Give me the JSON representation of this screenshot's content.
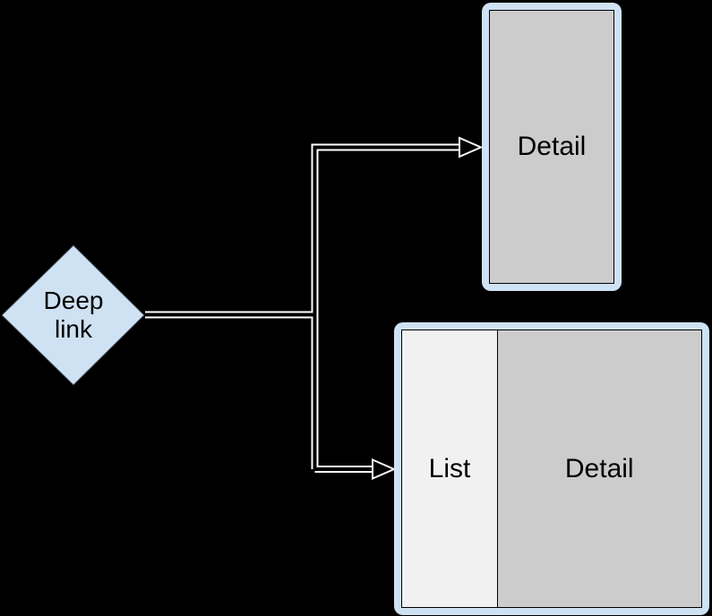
{
  "diagram": {
    "description": "Deep link navigation flowchart: a deep link can open either a standalone Detail screen or a List-Detail split screen",
    "colors": {
      "background": "#000000",
      "node_fill": "#cfe2f3",
      "frame_fill": "#cfe2f3",
      "detail_panel_fill": "#cccccc",
      "list_panel_fill": "#f1f1f2",
      "panel_border": "#000000",
      "connector_casing": "#ffffff",
      "connector_core": "#000000",
      "text": "#000000"
    },
    "nodes": {
      "deep_link": {
        "type": "decision-diamond",
        "label": "Deep link",
        "line1": "Deep",
        "line2": "link"
      },
      "detail_screen": {
        "type": "screen",
        "label": "Detail"
      },
      "list_detail_screen": {
        "type": "split-screen",
        "panels": [
          {
            "label": "List"
          },
          {
            "label": "Detail"
          }
        ]
      }
    },
    "edges": [
      {
        "from": "deep_link",
        "to": "detail_screen"
      },
      {
        "from": "deep_link",
        "to": "list_detail_screen"
      }
    ]
  }
}
